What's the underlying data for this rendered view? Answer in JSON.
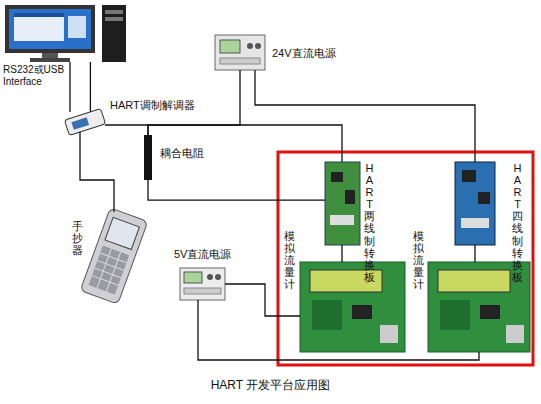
{
  "diagram": {
    "caption": "HART 开发平台应用图",
    "nodes": [
      {
        "text": [
          "RS232或USB Interface"
        ]
      },
      {
        "text": [
          "24V直流电源"
        ]
      },
      {
        "text": [
          "HART调制解调器"
        ]
      },
      {
        "text": [
          "耦合电阻"
        ]
      },
      {
        "text": [
          "手抄器"
        ]
      },
      {
        "text": [
          "5V直流电源"
        ]
      },
      {
        "text": [
          "HART两线制转换板"
        ]
      },
      {
        "text": [
          "HART四线制转换板"
        ]
      },
      {
        "text": [
          "模拟流量计"
        ]
      },
      {
        "text": [
          "模拟流量计"
        ]
      }
    ],
    "edges": [
      {
        "from": 0,
        "to": 2,
        "arrow": "none"
      },
      {
        "from": 2,
        "to": 3,
        "arrow": "none"
      },
      {
        "from": 4,
        "to": 2,
        "arrow": "none"
      },
      {
        "from": 1,
        "to": 3,
        "arrow": "none"
      },
      {
        "from": 1,
        "to": 7,
        "arrow": "none"
      },
      {
        "from": 3,
        "to": 6,
        "arrow": "none"
      },
      {
        "from": 6,
        "to": 8,
        "arrow": "none"
      },
      {
        "from": 7,
        "to": 9,
        "arrow": "none"
      },
      {
        "from": 5,
        "to": 8,
        "arrow": "none"
      },
      {
        "from": 5,
        "to": 9,
        "arrow": "none"
      }
    ]
  }
}
